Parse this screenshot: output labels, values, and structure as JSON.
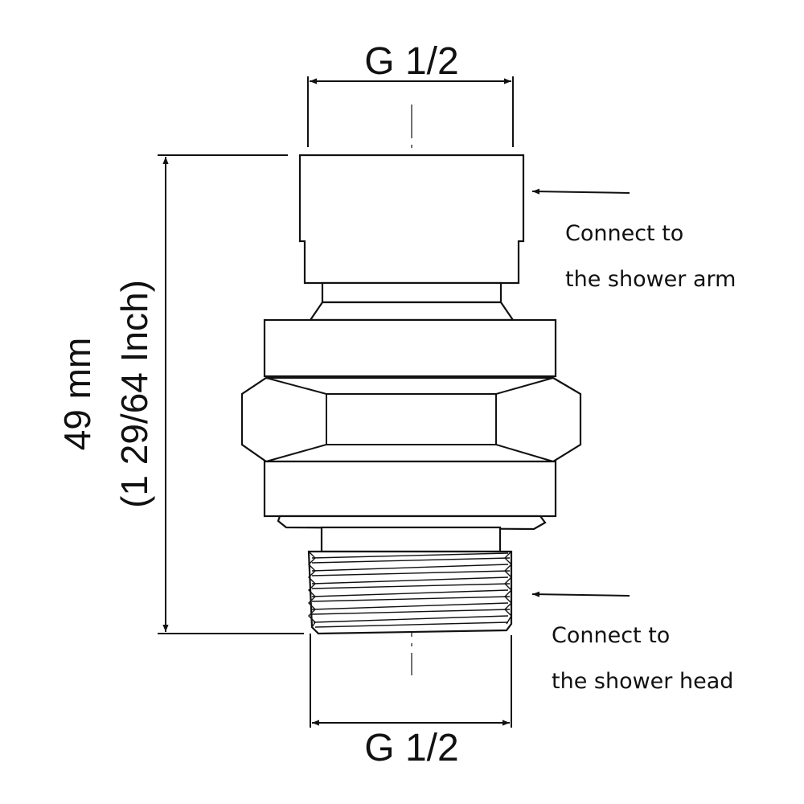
{
  "diagram": {
    "top_thread_label": "G 1/2",
    "bottom_thread_label": "G 1/2",
    "length_metric": "49 mm",
    "length_imperial": "(1 29/64 Inch)",
    "annotation_top_line1": "Connect to",
    "annotation_top_line2": "the shower arm",
    "annotation_bottom_line1": "Connect to",
    "annotation_bottom_line2": "the shower head",
    "line_color": "#111111",
    "background_color": "#ffffff"
  }
}
